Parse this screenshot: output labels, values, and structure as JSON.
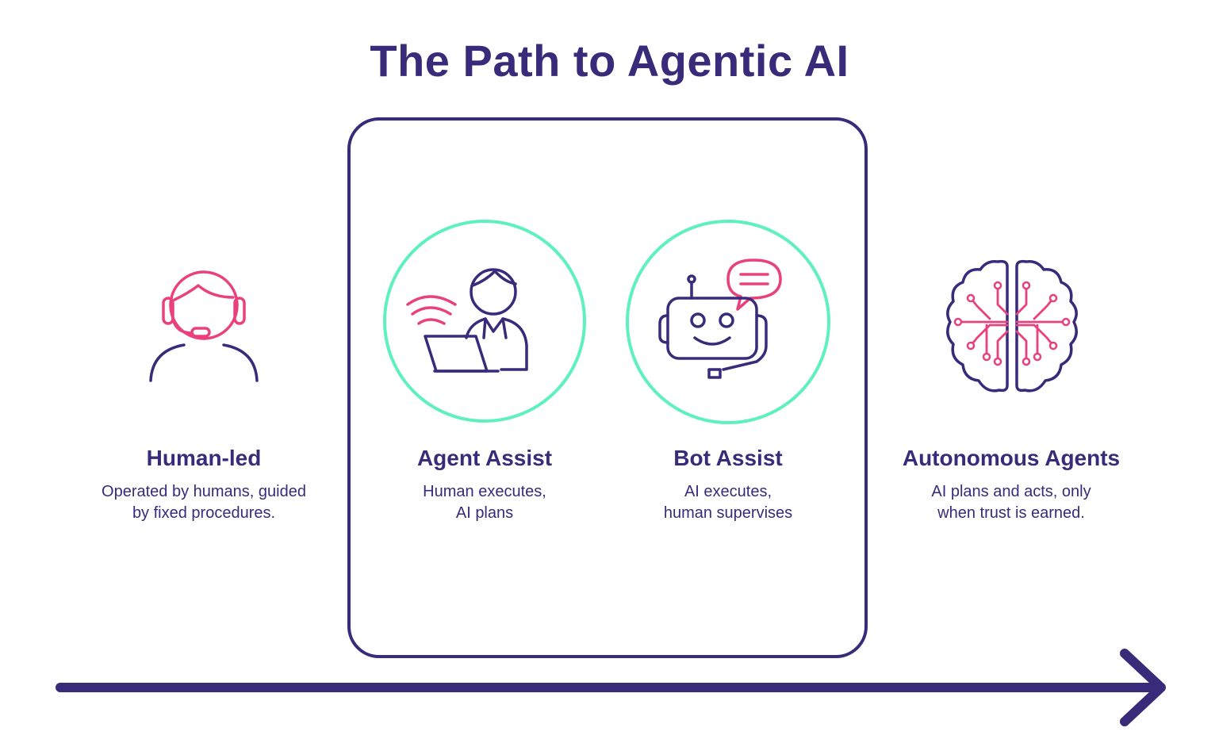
{
  "title": "The Path to Agentic AI",
  "colors": {
    "primary": "#3a2a7a",
    "accent_pink": "#e8417e",
    "accent_mint": "#5ef0c0"
  },
  "stages": [
    {
      "title": "Human-led",
      "desc_lines": [
        "Operated by humans, guided",
        "by fixed procedures."
      ],
      "icon": "headset-operator-icon"
    },
    {
      "title": "Agent Assist",
      "desc_lines": [
        "Human executes,",
        "AI plans"
      ],
      "icon": "person-laptop-icon"
    },
    {
      "title": "Bot Assist",
      "desc_lines": [
        "AI executes,",
        "human supervises"
      ],
      "icon": "robot-chat-icon"
    },
    {
      "title": "Autonomous Agents",
      "desc_lines": [
        "AI plans and acts, only",
        "when trust is earned."
      ],
      "icon": "circuit-brain-icon"
    }
  ]
}
